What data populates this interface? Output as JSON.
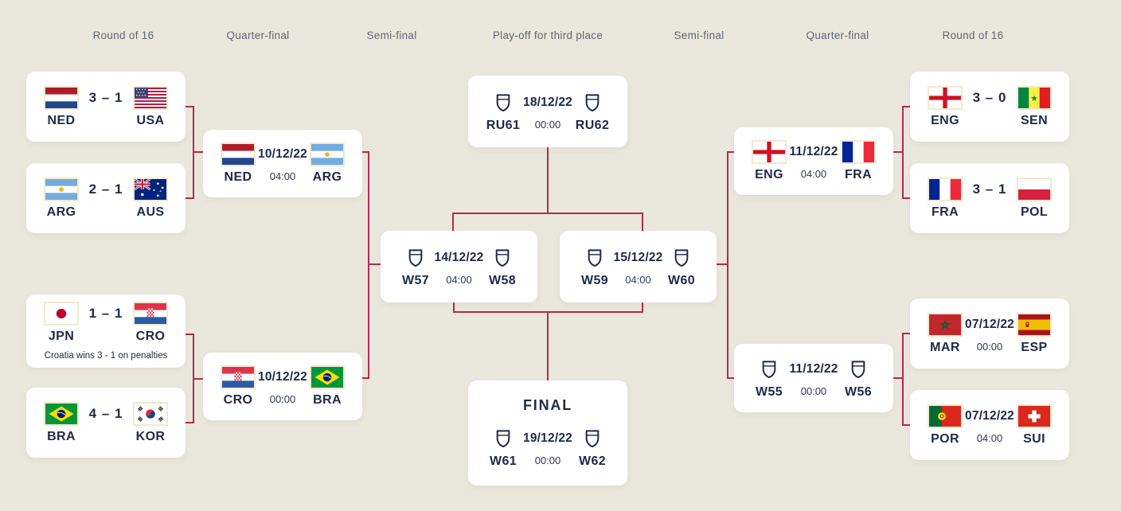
{
  "page": {
    "background_color": "#EAE7DC",
    "card_color": "#FFFFFF",
    "text_color": "#212A47",
    "header_color": "#5E6774",
    "connector_color": "#B32B51",
    "flag_border_color": "#F1E9CF"
  },
  "headers": [
    "Round of 16",
    "Quarter-final",
    "Semi-final",
    "Play-off for third place",
    "Semi-final",
    "Quarter-final",
    "Round of 16"
  ],
  "matches": {
    "ned_usa": {
      "team1": {
        "flag": "ned",
        "code": "NED"
      },
      "score": "3 – 1",
      "team2": {
        "flag": "usa",
        "code": "USA"
      }
    },
    "arg_aus": {
      "team1": {
        "flag": "arg",
        "code": "ARG"
      },
      "score": "2 – 1",
      "team2": {
        "flag": "aus",
        "code": "AUS"
      }
    },
    "jpn_cro": {
      "team1": {
        "flag": "jpn",
        "code": "JPN"
      },
      "score": "1 – 1",
      "team2": {
        "flag": "cro",
        "code": "CRO"
      },
      "note": "Croatia wins 3 - 1 on penalties"
    },
    "bra_kor": {
      "team1": {
        "flag": "bra",
        "code": "BRA"
      },
      "score": "4 – 1",
      "team2": {
        "flag": "kor",
        "code": "KOR"
      }
    },
    "ned_arg": {
      "team1": {
        "flag": "ned",
        "code": "NED"
      },
      "date": "10/12/22",
      "time": "04:00",
      "team2": {
        "flag": "arg",
        "code": "ARG"
      }
    },
    "cro_bra": {
      "team1": {
        "flag": "cro",
        "code": "CRO"
      },
      "date": "10/12/22",
      "time": "00:00",
      "team2": {
        "flag": "bra",
        "code": "BRA"
      }
    },
    "w57_w58": {
      "team1": {
        "code": "W57"
      },
      "date": "14/12/22",
      "time": "04:00",
      "team2": {
        "code": "W58"
      }
    },
    "ru61_ru62": {
      "team1": {
        "code": "RU61"
      },
      "date": "18/12/22",
      "time": "00:00",
      "team2": {
        "code": "RU62"
      }
    },
    "w59_w60": {
      "team1": {
        "code": "W59"
      },
      "date": "15/12/22",
      "time": "04:00",
      "team2": {
        "code": "W60"
      }
    },
    "final": {
      "title": "FINAL",
      "team1": {
        "code": "W61"
      },
      "date": "19/12/22",
      "time": "00:00",
      "team2": {
        "code": "W62"
      }
    },
    "eng_fra": {
      "team1": {
        "flag": "eng",
        "code": "ENG"
      },
      "date": "11/12/22",
      "time": "04:00",
      "team2": {
        "flag": "fra",
        "code": "FRA"
      }
    },
    "w55_w56": {
      "team1": {
        "code": "W55"
      },
      "date": "11/12/22",
      "time": "00:00",
      "team2": {
        "code": "W56"
      }
    },
    "eng_sen": {
      "team1": {
        "flag": "eng",
        "code": "ENG"
      },
      "score": "3 – 0",
      "team2": {
        "flag": "sen",
        "code": "SEN"
      }
    },
    "fra_pol": {
      "team1": {
        "flag": "fra",
        "code": "FRA"
      },
      "score": "3 – 1",
      "team2": {
        "flag": "pol",
        "code": "POL"
      }
    },
    "mar_esp": {
      "team1": {
        "flag": "mar",
        "code": "MAR"
      },
      "date": "07/12/22",
      "time": "00:00",
      "team2": {
        "flag": "esp",
        "code": "ESP"
      }
    },
    "por_sui": {
      "team1": {
        "flag": "por",
        "code": "POR"
      },
      "date": "07/12/22",
      "time": "04:00",
      "team2": {
        "flag": "sui",
        "code": "SUI"
      }
    }
  }
}
